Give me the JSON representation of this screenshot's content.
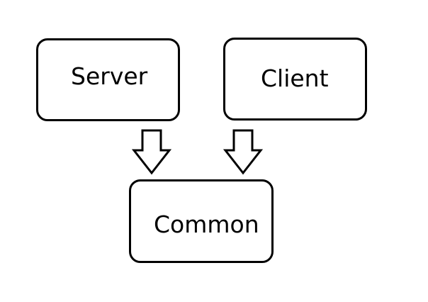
{
  "nodes": {
    "server": {
      "label": "Server"
    },
    "client": {
      "label": "Client"
    },
    "common": {
      "label": "Common"
    }
  },
  "edges": [
    {
      "from": "Server",
      "to": "Common",
      "icon": "hollow-down-arrow-icon"
    },
    {
      "from": "Client",
      "to": "Common",
      "icon": "hollow-down-arrow-icon"
    }
  ],
  "colors": {
    "stroke": "#000000",
    "background": "#ffffff"
  }
}
